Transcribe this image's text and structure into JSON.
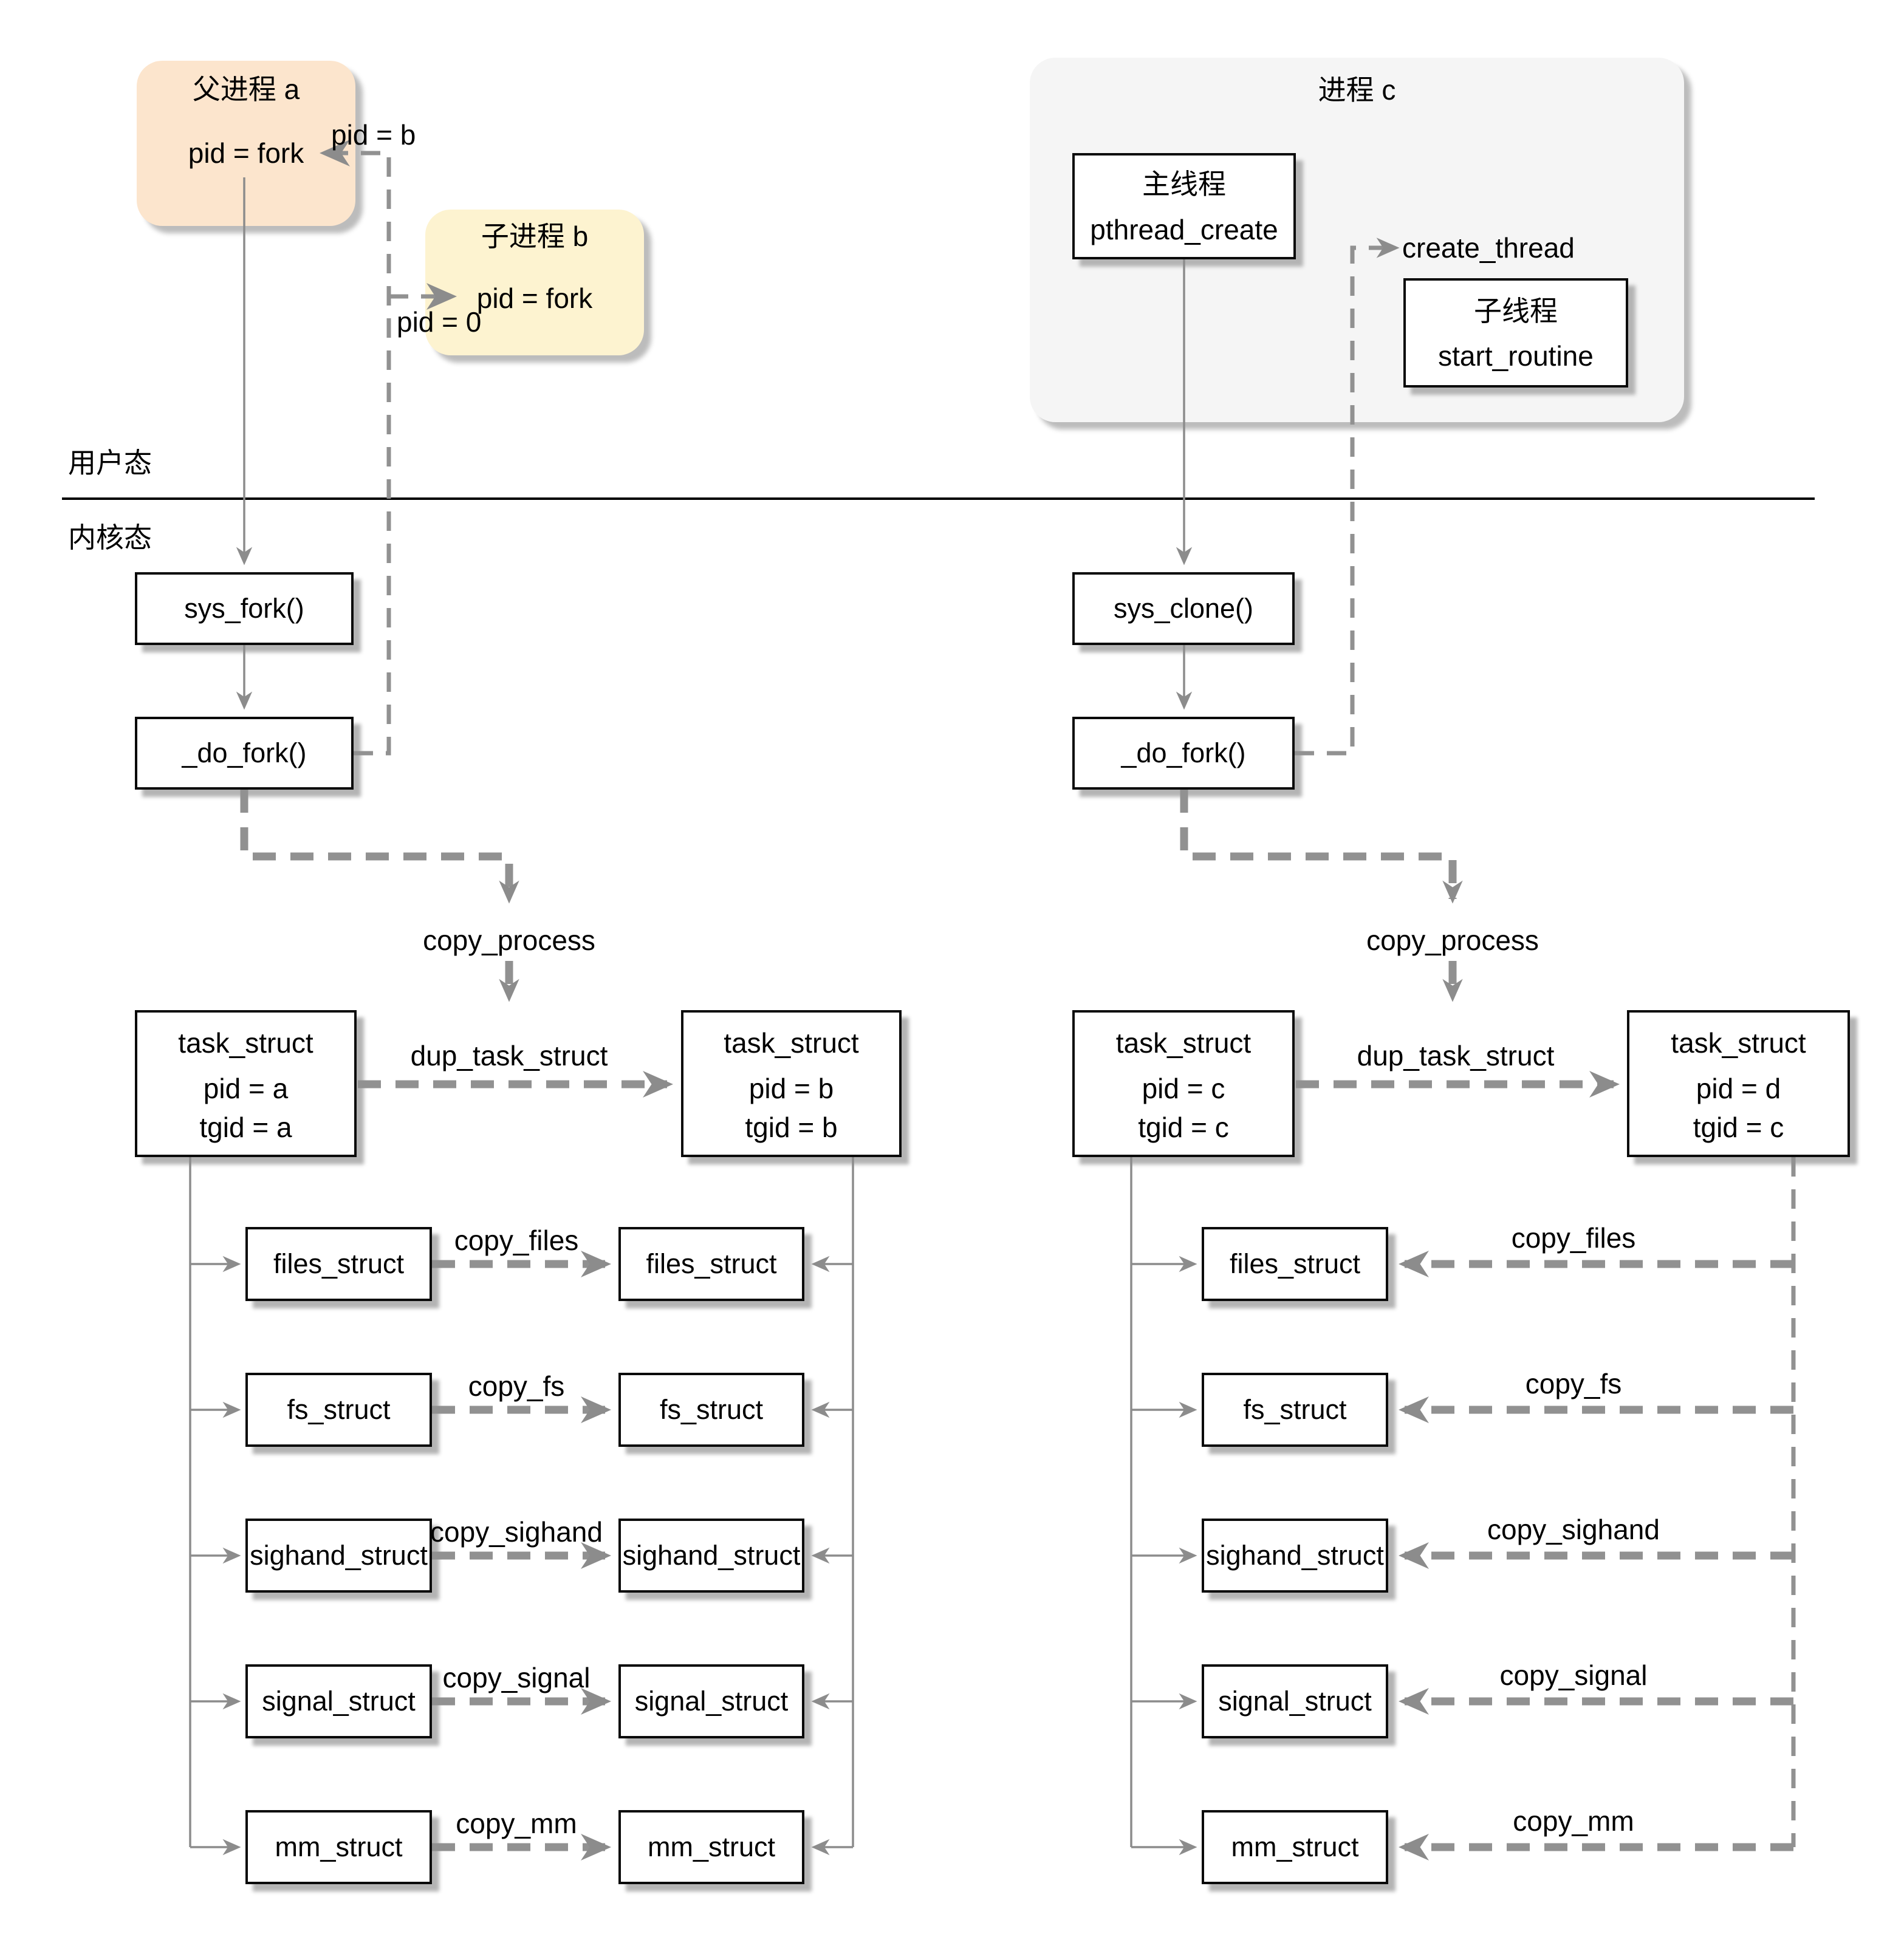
{
  "modes": {
    "user_space": "用户态",
    "kernel_space": "内核态"
  },
  "colors": {
    "parent_process_fill": "#FCE5CD",
    "child_process_fill": "#FDF3D0",
    "process_container_fill": "#F5F5F5",
    "connector_gray": "#8c8c8c",
    "box_shadow": "#b4b4b4"
  },
  "fork_flow": {
    "parent": {
      "title": "父进程 a",
      "body": "pid = fork"
    },
    "child": {
      "title": "子进程 b",
      "body": "pid = fork"
    },
    "return_to_parent": "pid = b",
    "return_to_child": "pid = 0",
    "sys_call": "sys_fork()",
    "do_fork": "_do_fork()",
    "copy_process": "copy_process",
    "dup_task_struct": "dup_task_struct",
    "task_parent": {
      "title": "task_struct",
      "pid": "pid = a",
      "tgid": "tgid = a"
    },
    "task_child": {
      "title": "task_struct",
      "pid": "pid = b",
      "tgid": "tgid = b"
    },
    "rows": [
      {
        "parent_box": "files_struct",
        "label": "copy_files",
        "child_box": "files_struct"
      },
      {
        "parent_box": "fs_struct",
        "label": "copy_fs",
        "child_box": "fs_struct"
      },
      {
        "parent_box": "sighand_struct",
        "label": "copy_sighand",
        "child_box": "sighand_struct"
      },
      {
        "parent_box": "signal_struct",
        "label": "copy_signal",
        "child_box": "signal_struct"
      },
      {
        "parent_box": "mm_struct",
        "label": "copy_mm",
        "child_box": "mm_struct"
      }
    ]
  },
  "clone_flow": {
    "process_title": "进程 c",
    "main_thread": {
      "title": "主线程",
      "body": "pthread_create"
    },
    "sub_thread": {
      "title": "子线程",
      "body": "start_routine"
    },
    "create_thread": "create_thread",
    "sys_call": "sys_clone()",
    "do_fork": "_do_fork()",
    "copy_process": "copy_process",
    "dup_task_struct": "dup_task_struct",
    "task_main": {
      "title": "task_struct",
      "pid": "pid = c",
      "tgid": "tgid = c"
    },
    "task_new": {
      "title": "task_struct",
      "pid": "pid = d",
      "tgid": "tgid = c"
    },
    "rows": [
      {
        "box": "files_struct",
        "label": "copy_files"
      },
      {
        "box": "fs_struct",
        "label": "copy_fs"
      },
      {
        "box": "sighand_struct",
        "label": "copy_sighand"
      },
      {
        "box": "signal_struct",
        "label": "copy_signal"
      },
      {
        "box": "mm_struct",
        "label": "copy_mm"
      }
    ]
  }
}
